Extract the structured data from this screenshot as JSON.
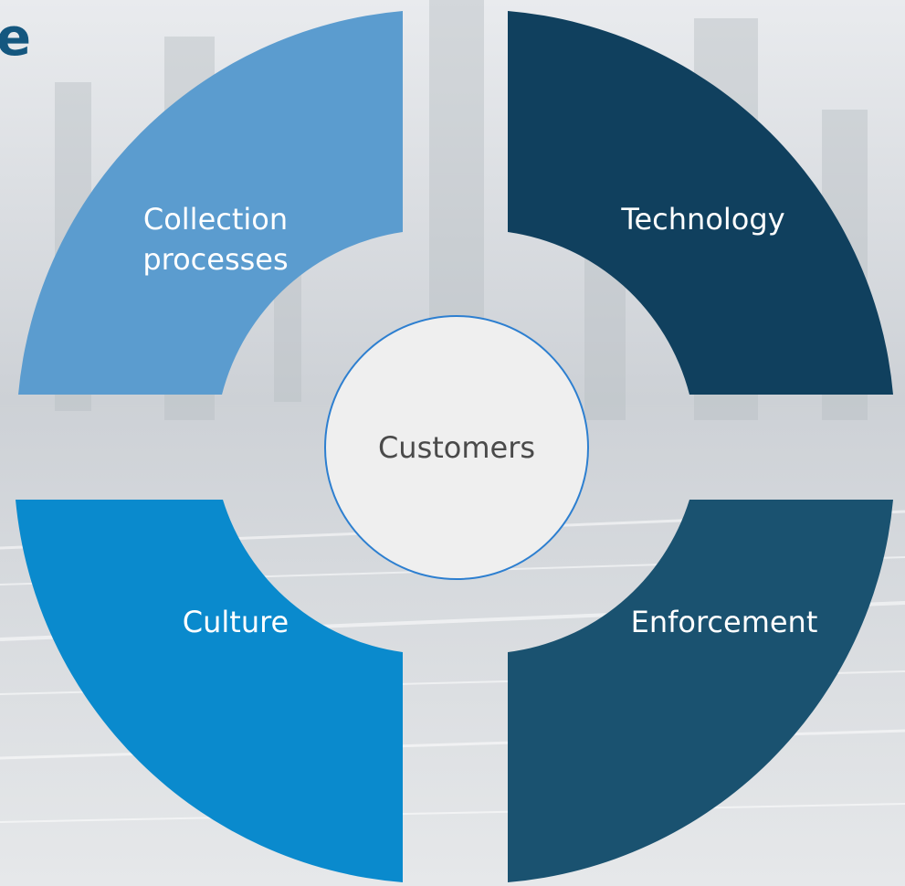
{
  "heading_fragment": "e",
  "center": {
    "label": "Customers"
  },
  "quadrants": [
    {
      "label": "Collection\nprocesses",
      "color": "#5b9ccf"
    },
    {
      "label": "Technology",
      "color": "#10405e"
    },
    {
      "label": "Culture",
      "color": "#0a8acd"
    },
    {
      "label": "Enforcement",
      "color": "#1a5270"
    }
  ],
  "colors": {
    "heading": "#14577f",
    "center_fill": "#efefef",
    "center_stroke": "#2d7fd0",
    "center_text": "#4a4a4a",
    "background": "#dfe2e5"
  }
}
